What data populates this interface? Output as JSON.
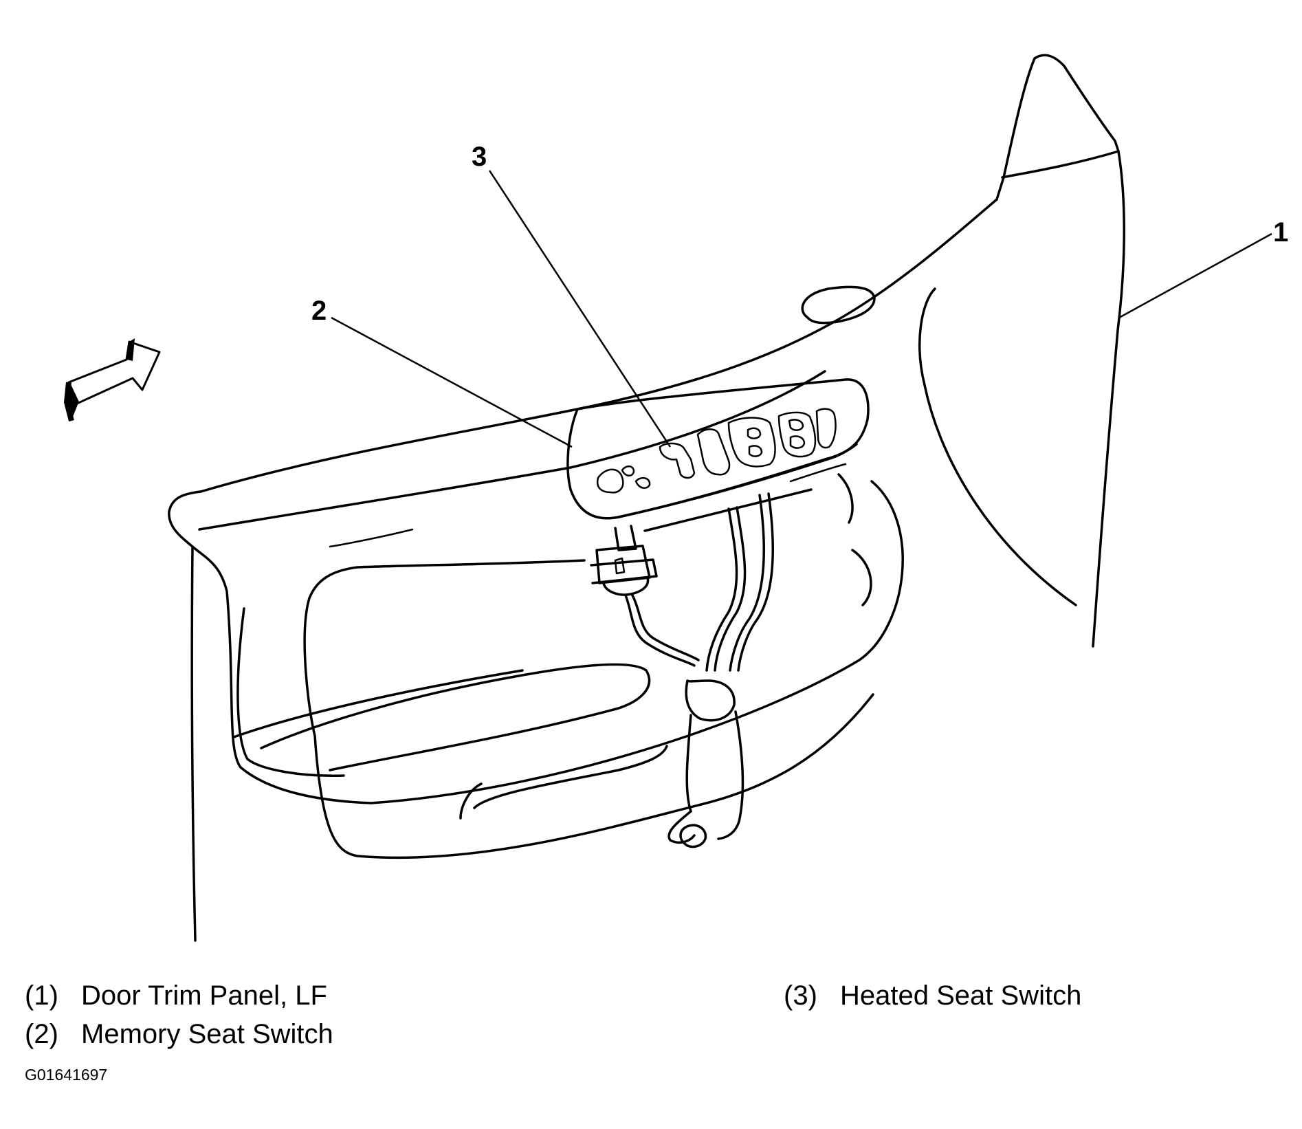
{
  "callouts": [
    {
      "number": "1"
    },
    {
      "number": "2"
    },
    {
      "number": "3"
    }
  ],
  "legend": [
    {
      "number": "1",
      "label": "Door Trim Panel, LF"
    },
    {
      "number": "2",
      "label": "Memory Seat Switch"
    },
    {
      "number": "3",
      "label": "Heated Seat Switch"
    }
  ],
  "figure_id": "G01641697"
}
